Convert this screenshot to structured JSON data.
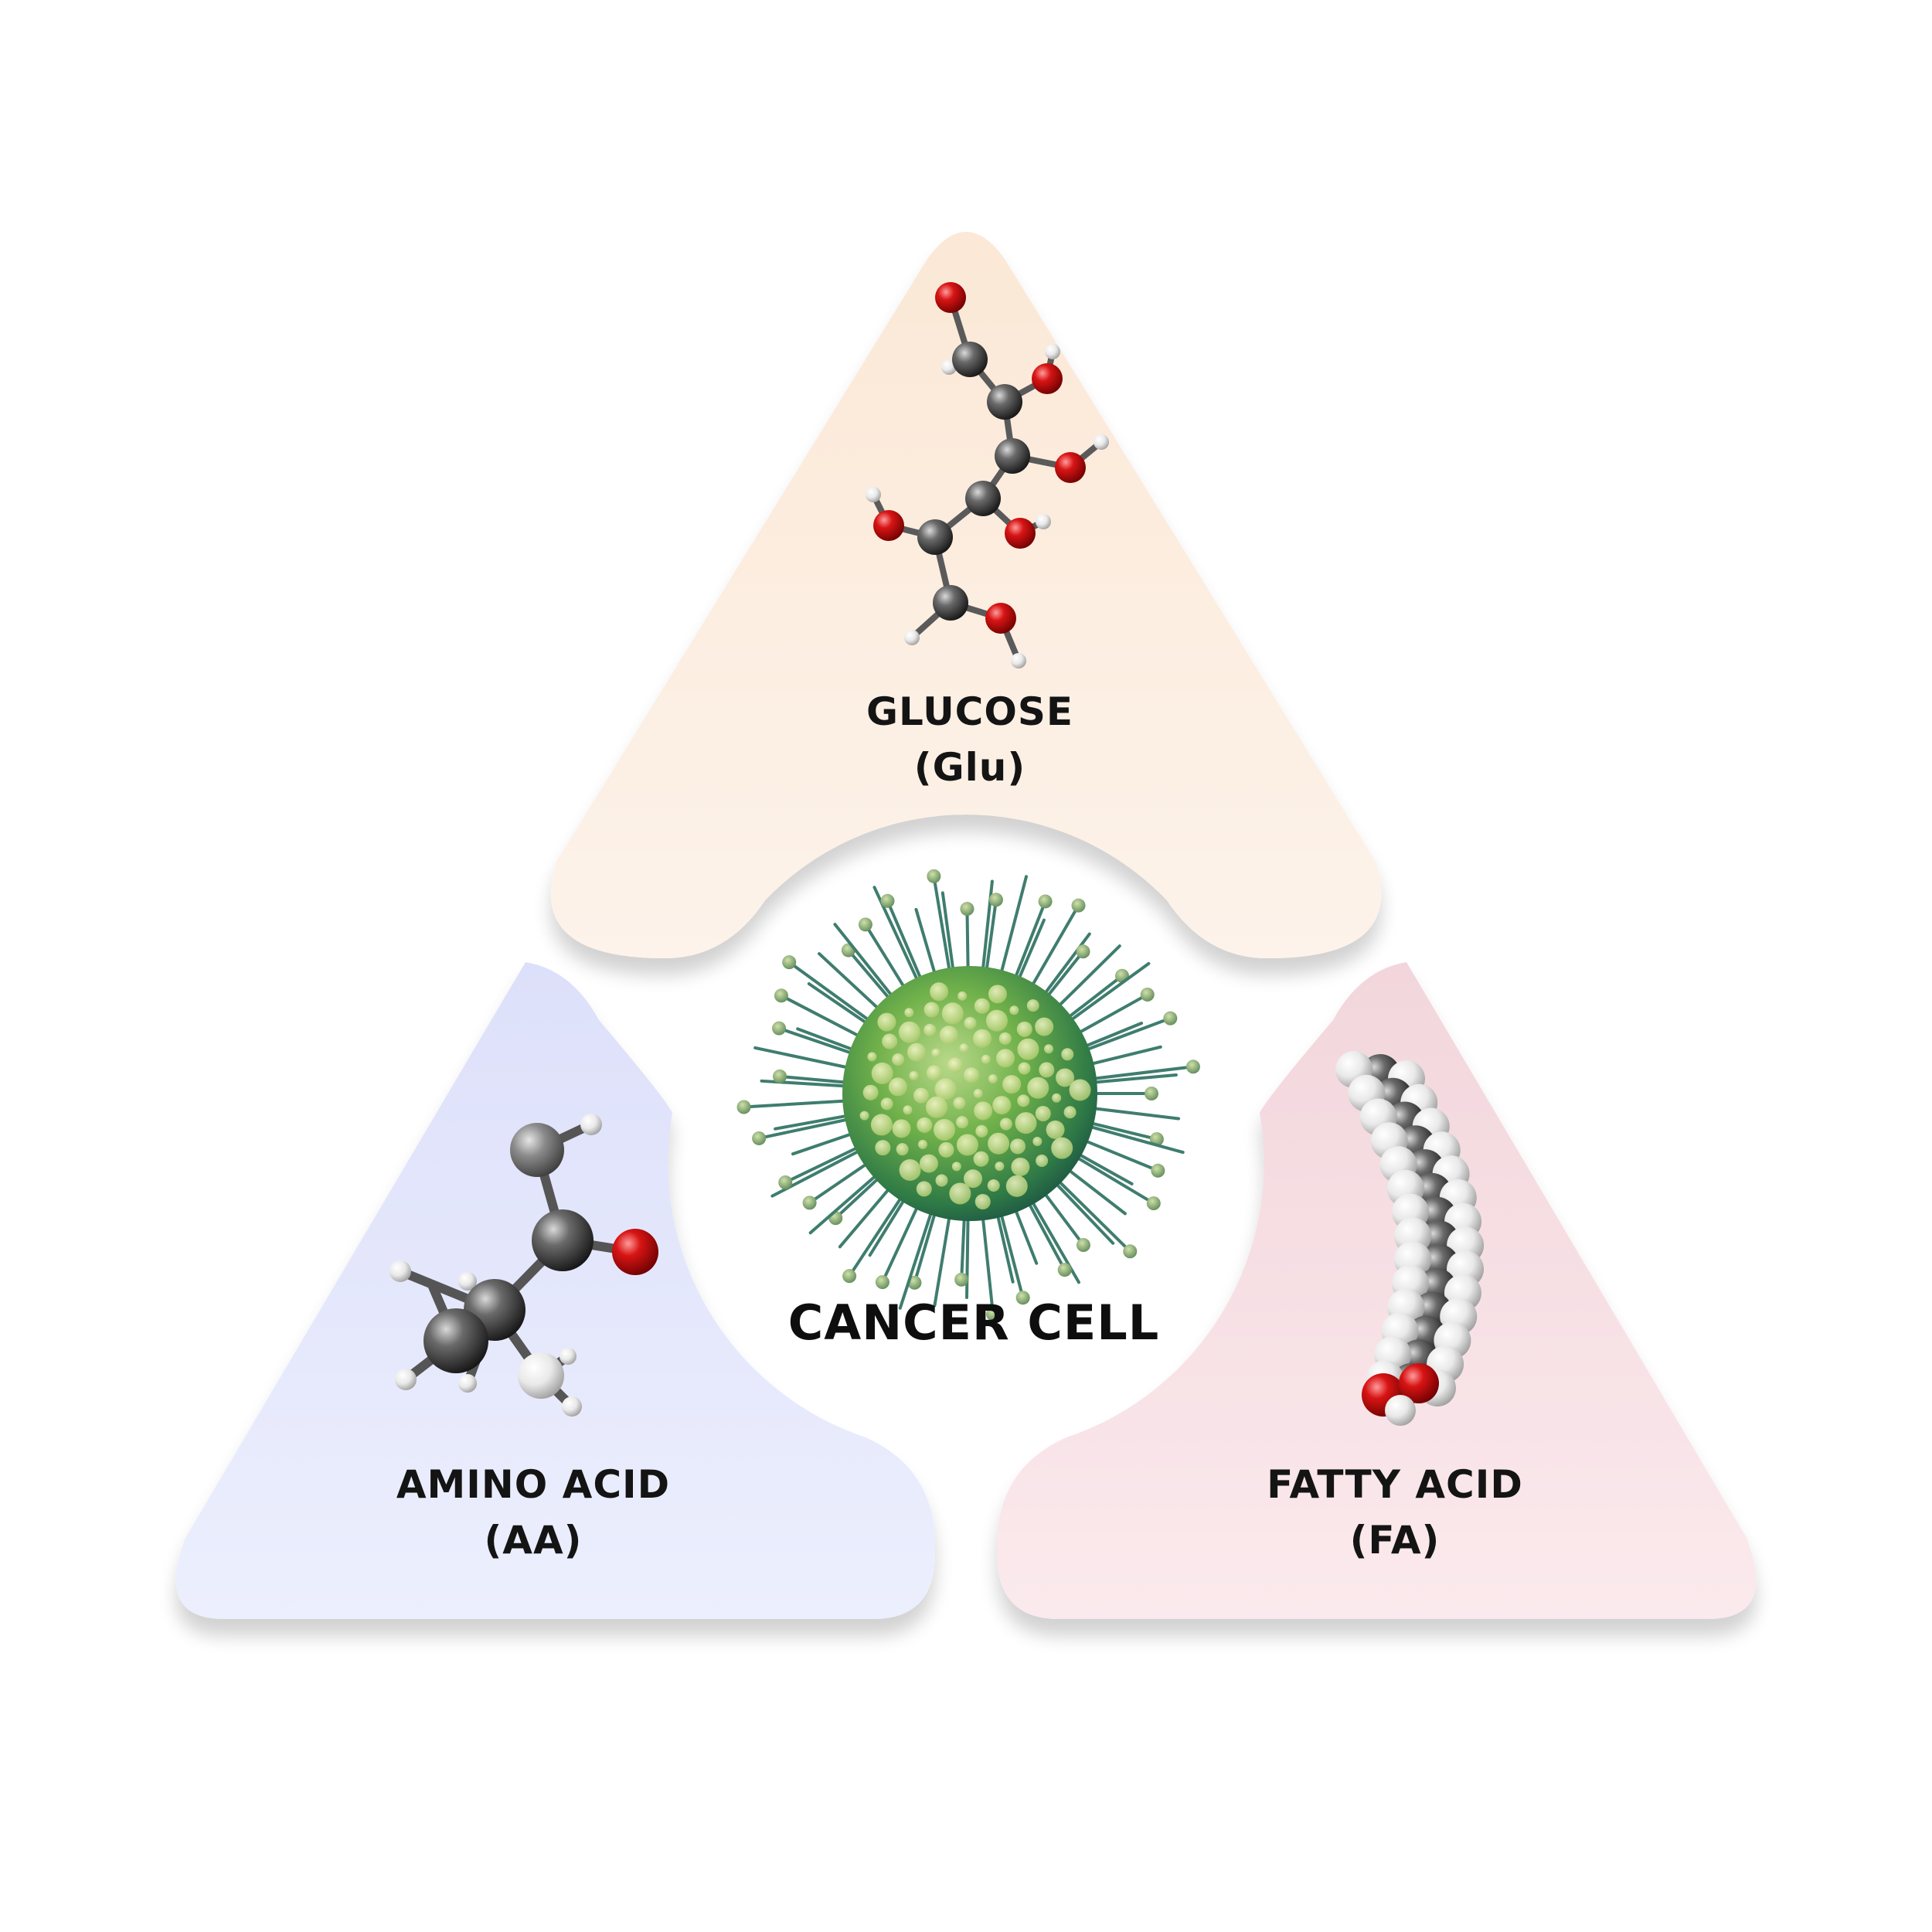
{
  "diagram": {
    "center": {
      "label": "CANCER CELL",
      "icon": "cancer-cell-icon"
    },
    "nodes": [
      {
        "id": "glucose",
        "name": "GLUCOSE",
        "abbr": "(Glu)",
        "color": "#fdeedd",
        "icon": "glucose-molecule-icon"
      },
      {
        "id": "amino",
        "name": "AMINO ACID",
        "abbr": "(AA)",
        "color": "#e3e6fb",
        "icon": "amino-acid-molecule-icon"
      },
      {
        "id": "fatty",
        "name": "FATTY ACID",
        "abbr": "(FA)",
        "color": "#f6dde1",
        "icon": "fatty-acid-molecule-icon"
      }
    ]
  }
}
